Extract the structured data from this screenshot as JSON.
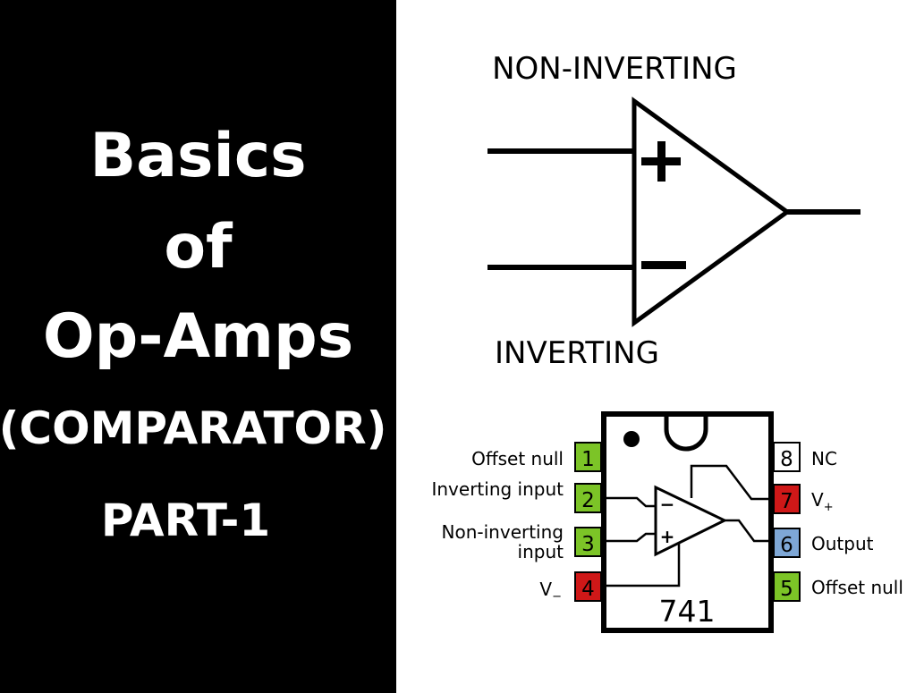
{
  "title": {
    "line1": "Basics",
    "line2": "of",
    "line3": "Op-Amps",
    "line4": "(COMPARATOR)",
    "line5": "PART-1"
  },
  "symbol": {
    "noninverting_label": "NON-INVERTING",
    "inverting_label": "INVERTING",
    "plus_sign": "+",
    "minus_sign": "−"
  },
  "ic": {
    "part_number": "741",
    "pins": [
      {
        "number": "1",
        "label": "Offset null"
      },
      {
        "number": "2",
        "label": "Inverting input"
      },
      {
        "number": "3",
        "label_line1": "Non-inverting",
        "label_line2": "input"
      },
      {
        "number": "4",
        "label": "V",
        "subscript": "−"
      },
      {
        "number": "5",
        "label": "Offset null"
      },
      {
        "number": "6",
        "label": "Output"
      },
      {
        "number": "7",
        "label": "V",
        "subscript": "+"
      },
      {
        "number": "8",
        "label": "NC"
      }
    ],
    "inner_minus": "−",
    "inner_plus": "+"
  },
  "colors": {
    "left_panel_background": "#000000",
    "pin_green": "#7cc427",
    "pin_red": "#cf1818",
    "pin_blue": "#7ea7d6",
    "pin_white": "#ffffff"
  }
}
